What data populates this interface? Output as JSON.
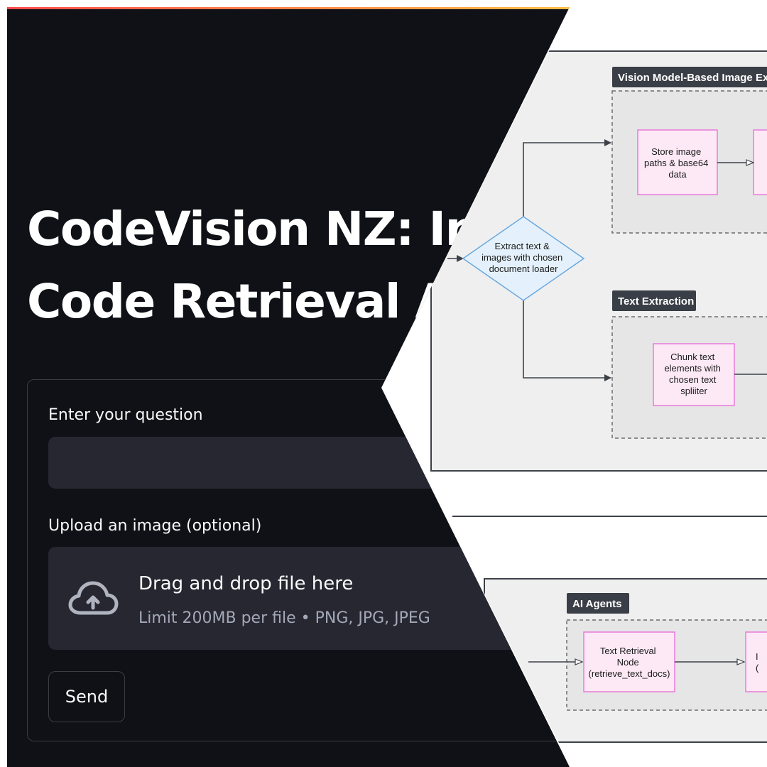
{
  "app": {
    "title_line1": "CodeVision NZ: Int",
    "title_line2": "Code Retrieval A",
    "question_label": "Enter your question",
    "question_value": "",
    "upload_label": "Upload an image (optional)",
    "dropzone_title": "Drag and drop file here",
    "dropzone_limit": "Limit 200MB per file • PNG, JPG, JPEG",
    "send_label": "Send",
    "upload_icon": "cloud-upload-icon"
  },
  "diagram": {
    "groups": {
      "vision": "Vision Model-Based Image Ex",
      "text": "Text Extraction",
      "agents": "AI Agents"
    },
    "nodes": {
      "extract": [
        "Extract text &",
        "images with chosen",
        "document loader"
      ],
      "store": [
        "Store image",
        "paths & base64",
        "data"
      ],
      "chunk": [
        "Chunk text",
        "elements with",
        "chosen text",
        "spliiter"
      ],
      "retrieval": [
        "Text Retrieval",
        "Node",
        "(retrieve_text_docs)"
      ],
      "partial_i": "I",
      "partial_paren": "("
    }
  },
  "colors": {
    "app_bg": "#0f1117",
    "input_bg": "#262730",
    "node_fill": "#fde9f6",
    "node_stroke": "#e97ad8",
    "decision_fill": "#e4f1fc",
    "decision_stroke": "#6aa8de",
    "group_tag": "#3a3e46"
  }
}
